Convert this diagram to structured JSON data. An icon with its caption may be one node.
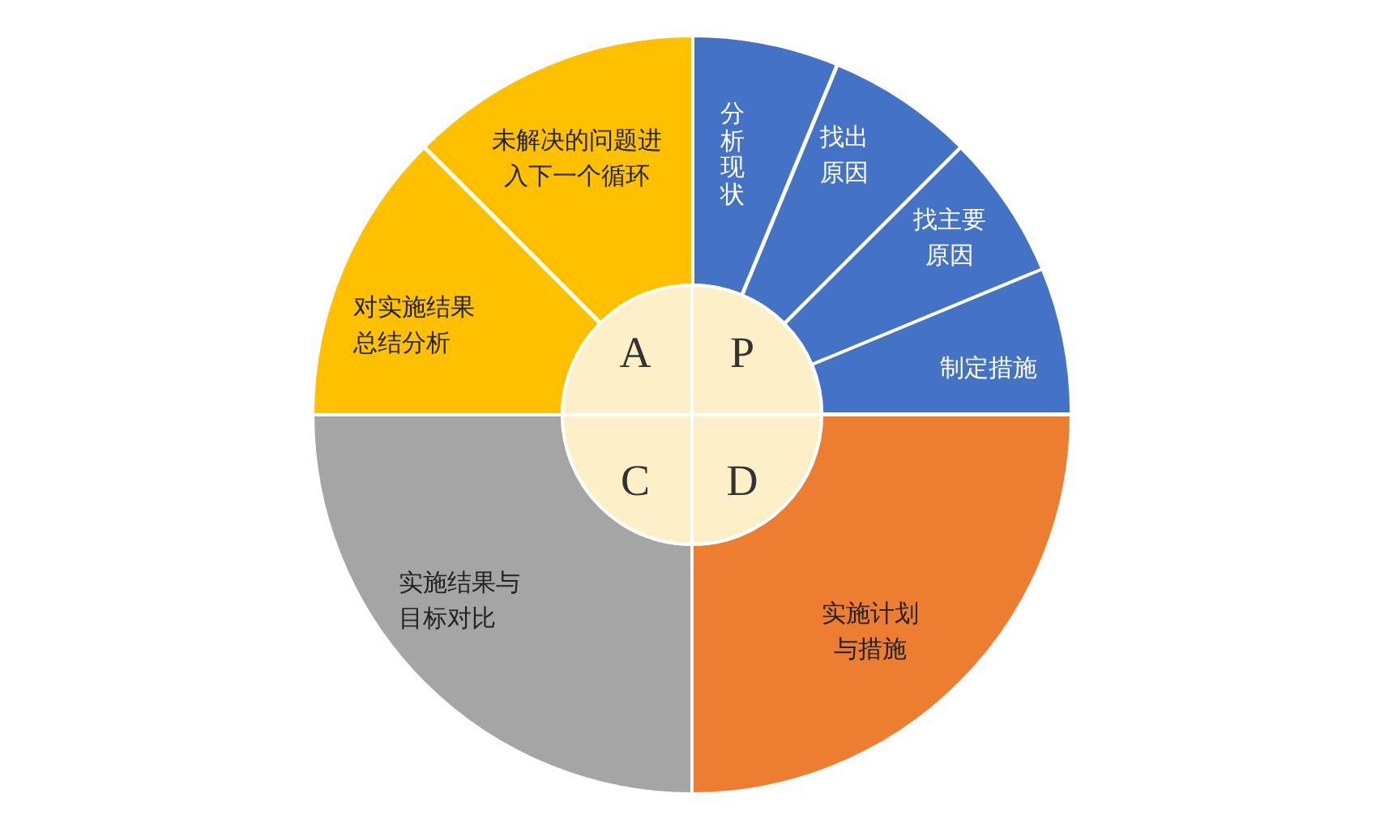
{
  "diagram": {
    "nodes": [
      {
        "text": [
          "分析现状"
        ]
      },
      {
        "text": [
          "找出原因"
        ]
      },
      {
        "text": [
          "找主要原因"
        ]
      },
      {
        "text": [
          "制定措施"
        ]
      },
      {
        "text": [
          "未解决的问题进入下一个循环"
        ]
      },
      {
        "text": [
          "对实施结果总结分析"
        ]
      },
      {
        "text": [
          "实施结果与目标对比"
        ]
      },
      {
        "text": [
          "实施计划与措施"
        ]
      },
      {
        "text": [
          "A"
        ]
      },
      {
        "text": [
          "P"
        ]
      },
      {
        "text": [
          "C"
        ]
      },
      {
        "text": [
          "D"
        ]
      }
    ]
  }
}
